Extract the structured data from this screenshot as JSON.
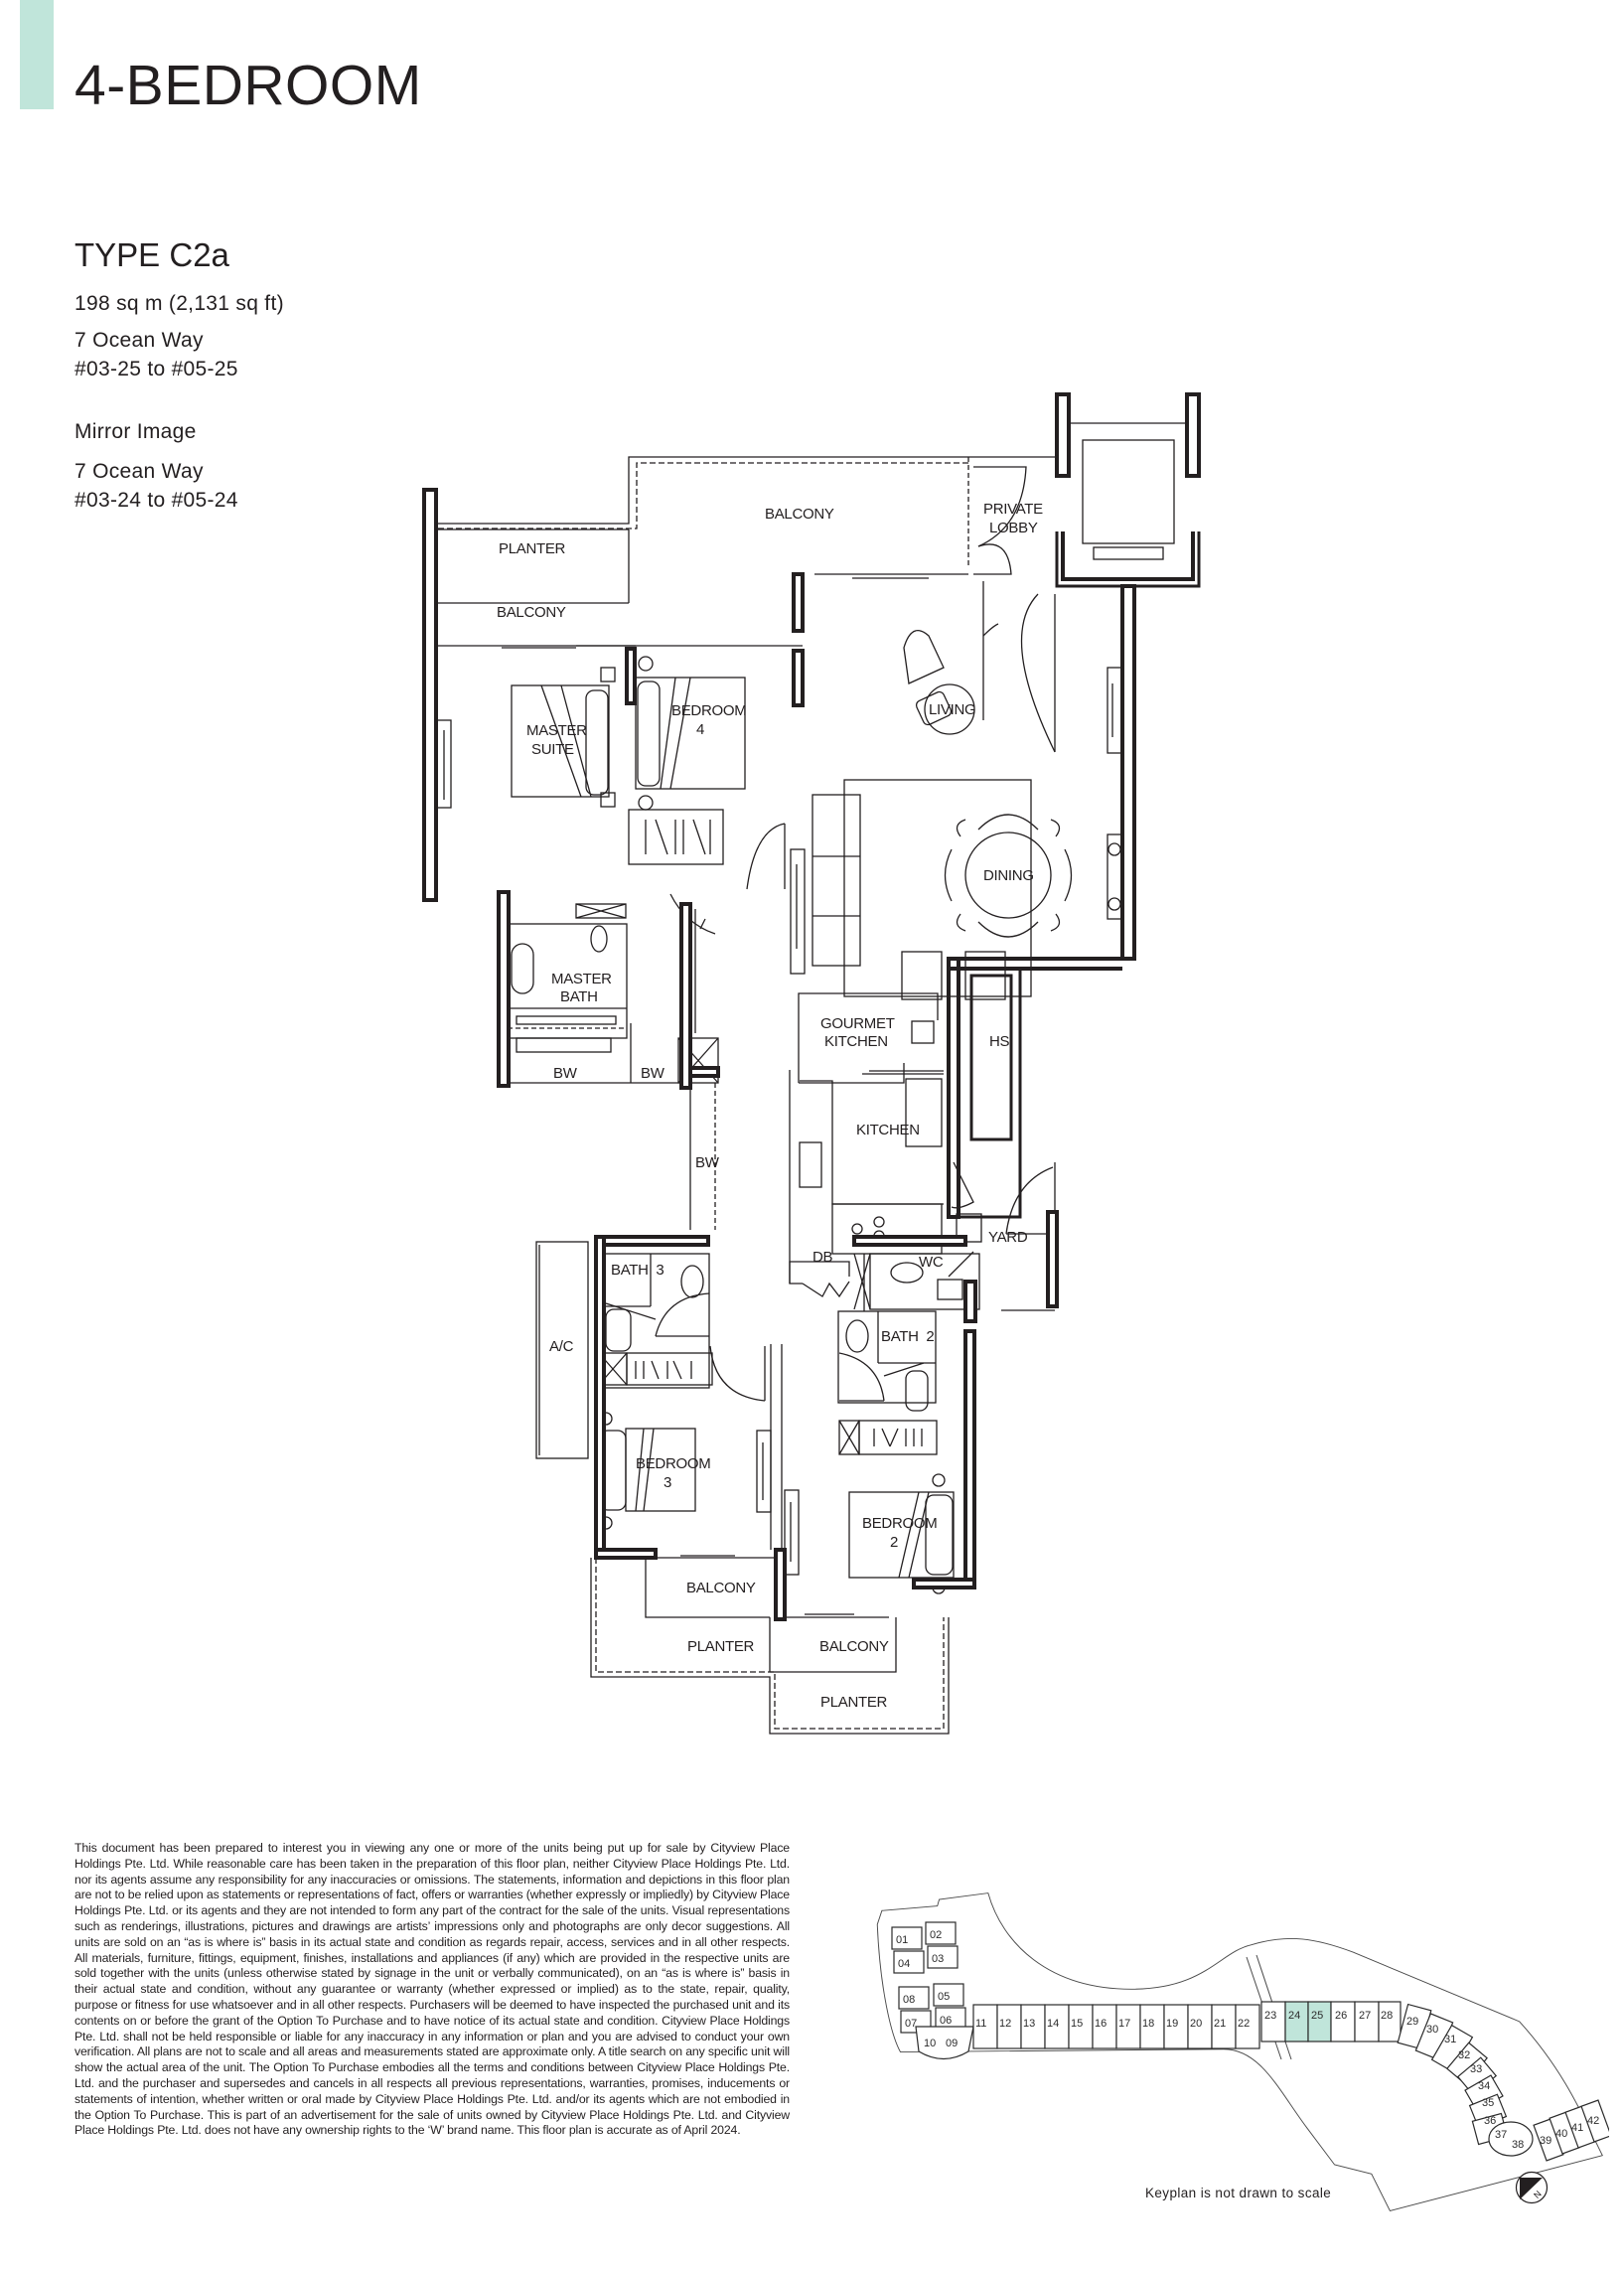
{
  "colors": {
    "accent": "#c0e5da",
    "highlight_unit": "#c0e5da",
    "wall": "#231f20",
    "text": "#231f20"
  },
  "header": {
    "title": "4-BEDROOM"
  },
  "unit": {
    "type": "TYPE C2a",
    "area": "198 sq m (2,131 sq ft)",
    "address": "7 Ocean Way",
    "unit_range": "#03-25 to #05-25",
    "mirror_label": "Mirror Image",
    "mirror_address": "7 Ocean Way",
    "mirror_unit_range": "#03-24 to #05-24"
  },
  "floorplan": {
    "rooms": {
      "planter_top": "PLANTER",
      "balcony_top": "BALCONY",
      "balcony_left": "BALCONY",
      "private_lobby_1": "PRIVATE",
      "private_lobby_2": "LOBBY",
      "master_suite_1": "MASTER",
      "master_suite_2": "SUITE",
      "bedroom4_1": "BEDROOM",
      "bedroom4_2": "4",
      "living": "LIVING",
      "dining": "DINING",
      "master_bath_1": "MASTER",
      "master_bath_2": "BATH",
      "bw_1": "BW",
      "bw_2": "BW",
      "bw_3": "BW",
      "gourmet_kitchen_1": "GOURMET",
      "gourmet_kitchen_2": "KITCHEN",
      "hs": "HS",
      "kitchen": "KITCHEN",
      "yard": "YARD",
      "db": "DB",
      "wc": "WC",
      "bath3": "BATH  3",
      "bath2": "BATH  2",
      "ac": "A/C",
      "bedroom3_1": "BEDROOM",
      "bedroom3_2": "3",
      "bedroom2_1": "BEDROOM",
      "bedroom2_2": "2",
      "balcony_bottom_left": "BALCONY",
      "planter_bottom_left": "PLANTER",
      "balcony_bottom_right": "BALCONY",
      "planter_bottom": "PLANTER"
    }
  },
  "disclaimer": "This document has been prepared to interest you in viewing any one or more of the units being put up for sale by Cityview Place Holdings Pte. Ltd. While reasonable care has been taken in the preparation of this floor plan, neither Cityview Place Holdings Pte. Ltd. nor its agents assume any responsibility for any inaccuracies or omissions. The statements, information and depictions in this floor plan are not to be relied upon as statements or representations of fact, offers or warranties (whether expressly or impliedly) by Cityview Place Holdings Pte. Ltd. or its agents and they are not intended to form any part of the contract for the sale of the units. Visual representations such as renderings, illustrations, pictures and drawings are artists’ impressions only and photographs are only decor suggestions. All units are sold on an “as is where is” basis in its actual state and condition as regards repair, access, services and in all other respects. All materials, furniture, fittings, equipment, finishes, installations and appliances (if any) which are provided in the respective units are sold together with the units (unless otherwise stated by signage in the unit or verbally communicated), on an “as is where is” basis in their actual state and condition, without any guarantee or warranty (whether expressed or implied) as to the state, repair, quality, purpose or fitness for use whatsoever and in all other respects. Purchasers will be deemed to have inspected the purchased unit and its contents on or before the grant of the Option To Purchase and to have notice of its actual state and condition. Cityview Place Holdings Pte. Ltd. shall not be held responsible or liable for any inaccuracy in any information or plan and you are advised to conduct your own verification. All plans are not to scale and all areas and measurements stated are approximate only. A title search on any specific unit will show the actual area of the unit. The Option To Purchase embodies all the terms and conditions between Cityview Place Holdings Pte. Ltd. and the purchaser and supersedes and cancels in all respects all previous representations, warranties, promises, inducements or statements of intention, whether written or oral made by Cityview Place Holdings Pte. Ltd. and/or its agents which are not embodied in the Option To Purchase. This is part of an advertisement for the sale of units owned by Cityview Place Holdings Pte. Ltd. and Cityview Place Holdings Pte. Ltd. does not have any ownership rights to the ‘W’ brand name. This floor plan is accurate as of April 2024.",
  "keyplan": {
    "caption": "Keyplan is not drawn to scale",
    "highlighted_units": [
      "24",
      "25"
    ],
    "units": [
      "01",
      "02",
      "03",
      "04",
      "05",
      "06",
      "07",
      "08",
      "09",
      "10",
      "11",
      "12",
      "13",
      "14",
      "15",
      "16",
      "17",
      "18",
      "19",
      "20",
      "21",
      "22",
      "23",
      "24",
      "25",
      "26",
      "27",
      "28",
      "29",
      "30",
      "31",
      "32",
      "33",
      "34",
      "35",
      "36",
      "37",
      "38",
      "39",
      "40",
      "41",
      "42"
    ],
    "north_label": "N"
  }
}
